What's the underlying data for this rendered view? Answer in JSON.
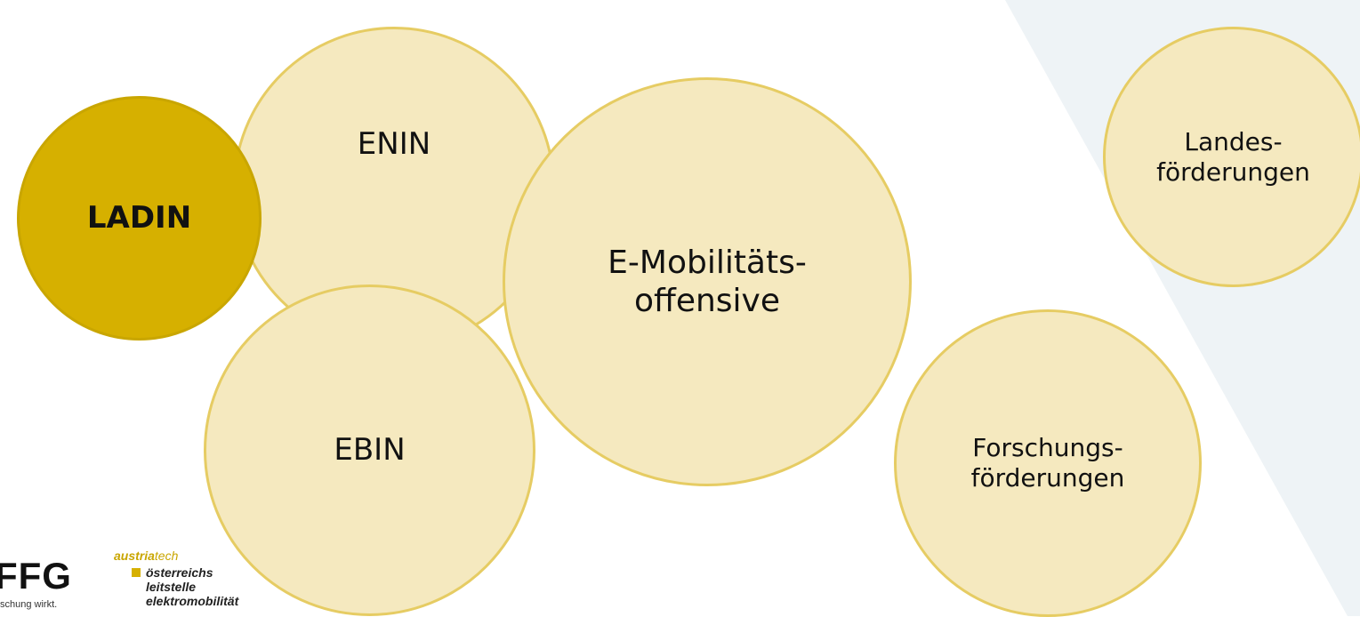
{
  "bubbles": {
    "ladin": "LADIN",
    "enin": "ENIN",
    "ebin": "EBIN",
    "emob_line1": "E-Mobilitäts-",
    "emob_line2": "offensive",
    "forsch_line1": "Forschungs-",
    "forsch_line2": "förderungen",
    "landes_line1": "Landes-",
    "landes_line2": "förderungen"
  },
  "logos": {
    "ffg_name": "FFG",
    "ffg_claim": "schung wirkt.",
    "austriatech_brand_a": "austria",
    "austriatech_brand_b": "tech",
    "austriatech_line1": "österreichs",
    "austriatech_line2": "leitstelle",
    "austriatech_line3": "elektromobilität"
  },
  "colors": {
    "bubble_fill": "#f5e9bf",
    "bubble_border": "#e6cc63",
    "highlight_fill": "#d6b000",
    "background_panel": "#eef3f6"
  }
}
